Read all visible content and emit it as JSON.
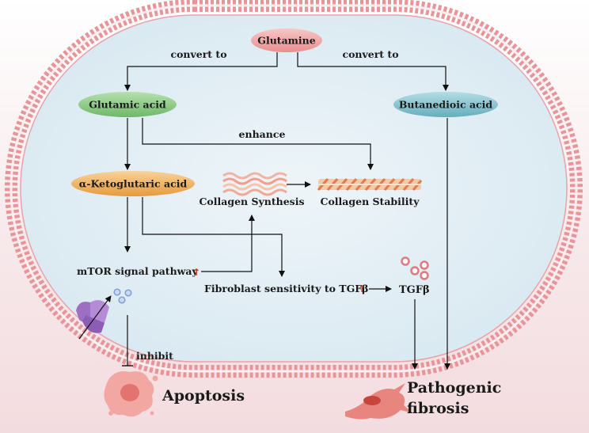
{
  "nodes": {
    "glutamine": "Glutamine",
    "glutamic_acid": "Glutamic acid",
    "butanedioic_acid": "Butanedioic acid",
    "a_ketoglutaric_acid": "α-Ketoglutaric acid"
  },
  "edge_labels": {
    "convert_to_left": "convert to",
    "convert_to_right": "convert to",
    "enhance": "enhance",
    "inhibit": "inhibit"
  },
  "labels": {
    "collagen_synthesis": "Collagen Synthesis",
    "collagen_stability": "Collagen Stability",
    "mtor_pathway": "mTOR signal pathway",
    "fibroblast_sensitivity": "Fibroblast sensitivity to TGFβ",
    "tgfb": "TGFβ",
    "apoptosis": "Apoptosis",
    "pathogenic_fibrosis_line1": "Pathogenic",
    "pathogenic_fibrosis_line2": "fibrosis",
    "up_arrow_1": "↑",
    "up_arrow_2": "↑"
  },
  "colors": {
    "membrane": "#e8959a",
    "cell_fill": "#e2eef5",
    "glutamine": "#f2a6a6",
    "glutamic_acid": "#8ccc86",
    "butanedioic_acid": "#7fbfcc",
    "a_ketoglutaric_acid": "#f0b25e",
    "up_arrow": "#c0392b"
  }
}
